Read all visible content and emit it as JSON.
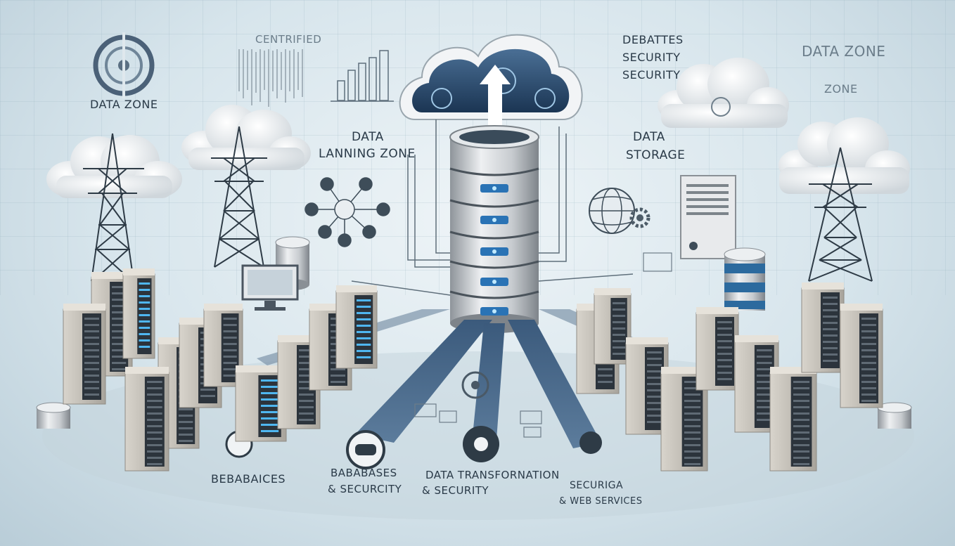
{
  "labels": {
    "data_zone_left": "DATA ZONE",
    "centrified": "CENTRIFIED",
    "debattes": "DEBATTES",
    "security_1": "SECURITY",
    "security_2": "SECURITY",
    "data_zone_right": "DATA ZONE",
    "zone_right": "ZONE",
    "data_landing_1": "DATA",
    "data_landing_2": "LANNING ZONE",
    "data_storage_1": "DATA",
    "data_storage_2": "STORAGE",
    "bebabaices": "BEBABAICES",
    "babbases_1": "BABABASES",
    "babbases_2": "& SECURCITY",
    "data_transform_1": "DATA TRANSFORNATION",
    "data_transform_2": "& SECURITY",
    "securiga_1": "SECURIGA",
    "securiga_2": "& WEB SERVICES"
  },
  "colors": {
    "accent": "#2f9fe0",
    "navy": "#1f3a5a",
    "server": "#c9c6c0",
    "cloud": "#f7f8f9"
  }
}
